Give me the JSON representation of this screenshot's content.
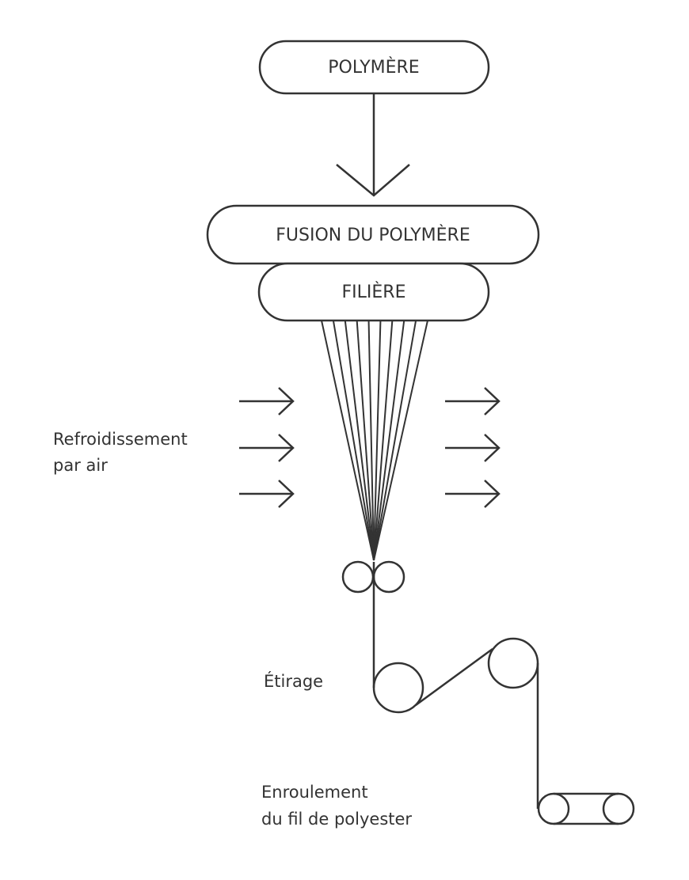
{
  "boxes": {
    "polymer": "POLYMÈRE",
    "melt": "FUSION DU POLYMÈRE",
    "spinneret": "FILIÈRE"
  },
  "labels": {
    "cooling_line1": "Refroidissement",
    "cooling_line2": "par air",
    "drawing": "Étirage",
    "winding_line1": "Enroulement",
    "winding_line2": "du fil de polyester"
  },
  "colors": {
    "stroke": "#333333"
  },
  "filament_count": 10
}
